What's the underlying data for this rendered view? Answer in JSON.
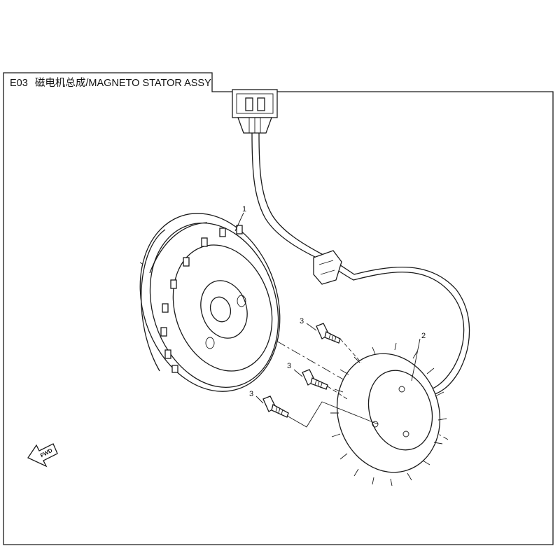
{
  "diagram": {
    "code": "E03",
    "title": "磁电机总成/MAGNETO STATOR ASSY",
    "forward_marker": "FWD"
  },
  "callouts": [
    {
      "id": "flywheel",
      "label": "1"
    },
    {
      "id": "stator",
      "label": "2"
    },
    {
      "id": "bolt-a",
      "label": "3"
    },
    {
      "id": "bolt-b",
      "label": "3"
    },
    {
      "id": "bolt-c",
      "label": "3"
    }
  ],
  "colors": {
    "line": "#1a1a1a",
    "background": "#ffffff"
  }
}
